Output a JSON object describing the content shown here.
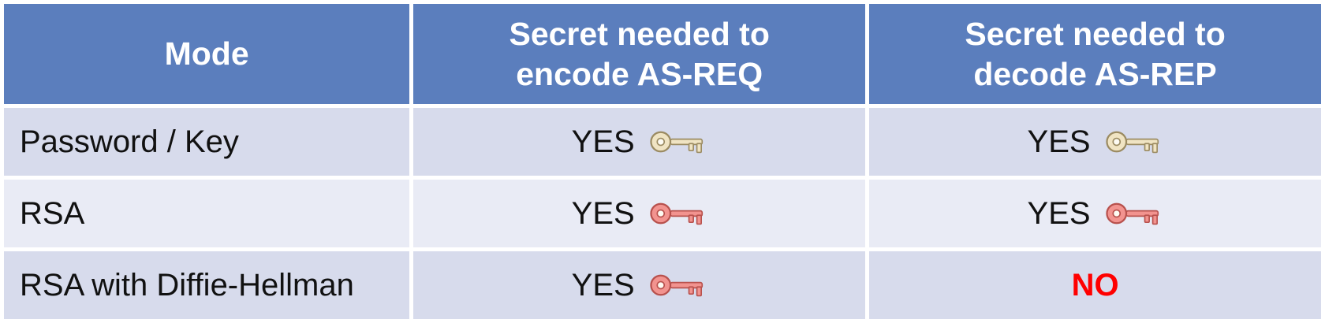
{
  "colors": {
    "header_bg": "#5b7ebd",
    "header_text": "#ffffff",
    "row_band_dark": "#d7dbec",
    "row_band_light": "#e9ebf5",
    "body_text": "#111111",
    "no_text": "#ff0000",
    "grid": "#ffffff",
    "key_beige_fill": "#f0e4c3",
    "key_beige_stroke": "#9b8b62",
    "key_pink_fill": "#f2938f",
    "key_pink_stroke": "#b8514d"
  },
  "chart_data": {
    "type": "table",
    "title": "",
    "columns": [
      {
        "label": "Mode",
        "display": "Mode"
      },
      {
        "label": "Secret needed to encode AS-REQ",
        "display": "Secret needed to\nencode AS-REQ"
      },
      {
        "label": "Secret needed to decode AS-REP",
        "display": "Secret needed to\ndecode AS-REP"
      }
    ],
    "rows": [
      {
        "mode": "Password / Key",
        "encode": {
          "text": "YES",
          "icon": "key-beige-icon"
        },
        "decode": {
          "text": "YES",
          "icon": "key-beige-icon"
        }
      },
      {
        "mode": "RSA",
        "encode": {
          "text": "YES",
          "icon": "key-pink-icon"
        },
        "decode": {
          "text": "YES",
          "icon": "key-pink-icon"
        }
      },
      {
        "mode": "RSA with Diffie-Hellman",
        "encode": {
          "text": "YES",
          "icon": "key-pink-icon"
        },
        "decode": {
          "text": "NO",
          "icon": "none",
          "style": "no-text"
        }
      }
    ]
  }
}
